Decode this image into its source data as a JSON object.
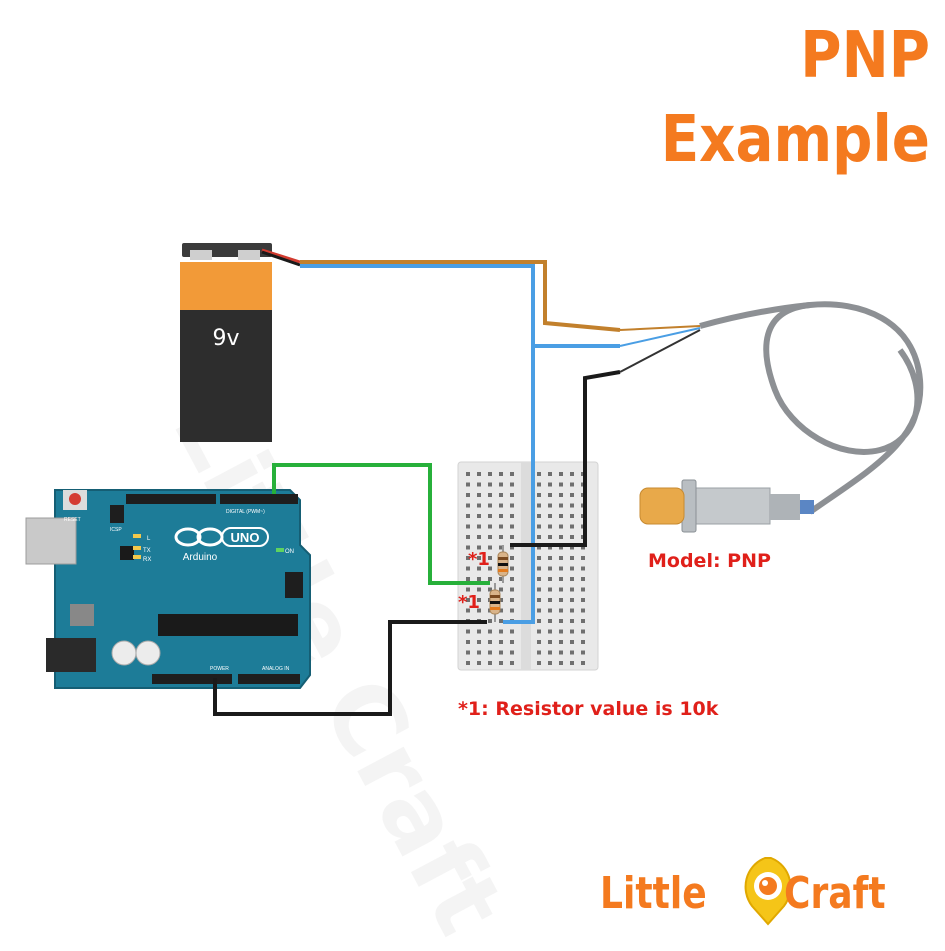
{
  "title": "PNP Example",
  "battery": {
    "label": "9v"
  },
  "arduino": {
    "logo_text": "Arduino",
    "board_name": "UNO",
    "reset_label": "RESET",
    "icsp_label": "ICSP",
    "digital_label": "DIGITAL (PWM~)",
    "power_label": "POWER",
    "analog_label": "ANALOG IN",
    "led_labels": [
      "L",
      "TX",
      "RX"
    ],
    "on_label": "ON"
  },
  "sensor": {
    "model_label": "Model: PNP"
  },
  "resistors": {
    "mark_1": "*1",
    "mark_2": "*1",
    "note": "*1: Resistor value is 10k"
  },
  "watermark": "Little Craft",
  "logo": {
    "left_text": "Little",
    "right_text": "Craft"
  },
  "colors": {
    "title": "#f47a1f",
    "label_red": "#e0201a",
    "wire_brown": "#c2802c",
    "wire_blue": "#4a9ee4",
    "wire_black": "#1a1a1a",
    "wire_green": "#27b03a",
    "board": "#1d7c98",
    "logo": "#f47a1f"
  }
}
